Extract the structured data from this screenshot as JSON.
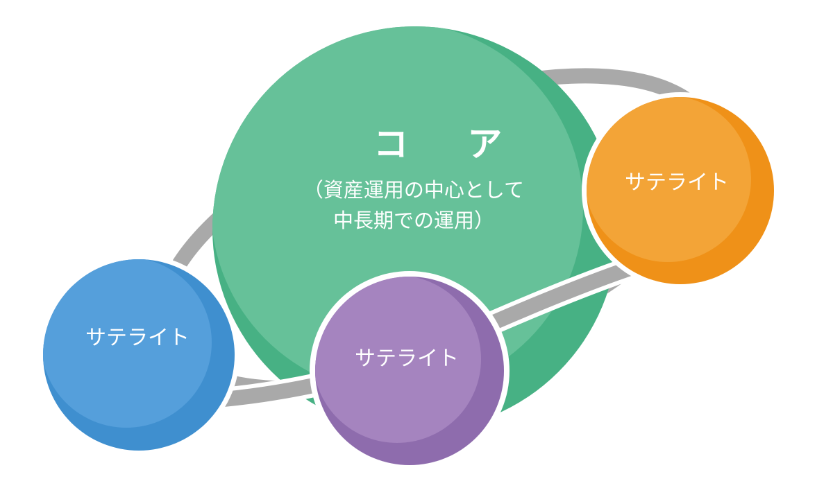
{
  "core": {
    "title": "コ ア",
    "subtitle_line1": "（資産運用の中心として",
    "subtitle_line2": "中長期での運用）"
  },
  "satellites": [
    {
      "label": "サテライト",
      "color": "#f29a1f"
    },
    {
      "label": "サテライト",
      "color": "#4a98d6"
    },
    {
      "label": "サテライト",
      "color": "#9a77b8"
    }
  ],
  "colors": {
    "core": "#5cbf94",
    "core_shade": "#47b184",
    "orbit": "#a9a9a9",
    "outline": "#ffffff",
    "label": "#ffffff"
  }
}
